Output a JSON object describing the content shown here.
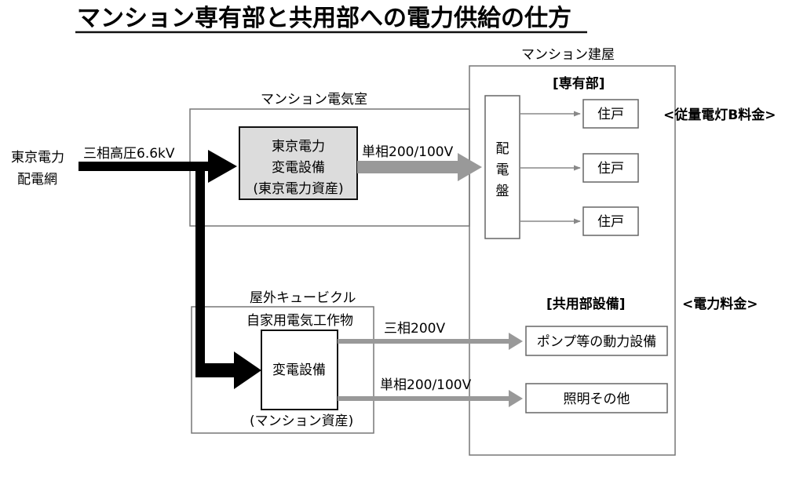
{
  "title": "マンション専有部と共用部への電力供給の仕方",
  "grid": {
    "line1": "東京電力",
    "line2": "配電網"
  },
  "high_voltage_label": "三相高圧6.6kV",
  "building": {
    "label": "マンション建屋",
    "private_section": "[専有部]",
    "common_section": "[共用部設備]",
    "private_rate": "<従量電灯B料金>",
    "common_rate": "<電力料金>"
  },
  "electric_room": {
    "label": "マンション電気室",
    "substation": {
      "line1": "東京電力",
      "line2": "変電設備",
      "line3": "(東京電力資産)"
    },
    "output_label": "単相200/100V"
  },
  "distribution_panel": {
    "chars": [
      "配",
      "電",
      "盤"
    ]
  },
  "dwellings": [
    {
      "label": "住戸"
    },
    {
      "label": "住戸"
    },
    {
      "label": "住戸"
    }
  ],
  "cubicle": {
    "label": "屋外キュービクル",
    "sublabel": "自家用電気工作物",
    "substation": "変電設備",
    "asset": "(マンション資産)",
    "output1_label": "三相200V",
    "output2_label": "単相200/100V"
  },
  "common_equipment": [
    {
      "label": "ポンプ等の動力設備"
    },
    {
      "label": "照明その他"
    }
  ],
  "colors": {
    "high_voltage_arrow": "#000000",
    "low_voltage_arrow": "#999999",
    "substation_fill": "#dcdcdc"
  }
}
